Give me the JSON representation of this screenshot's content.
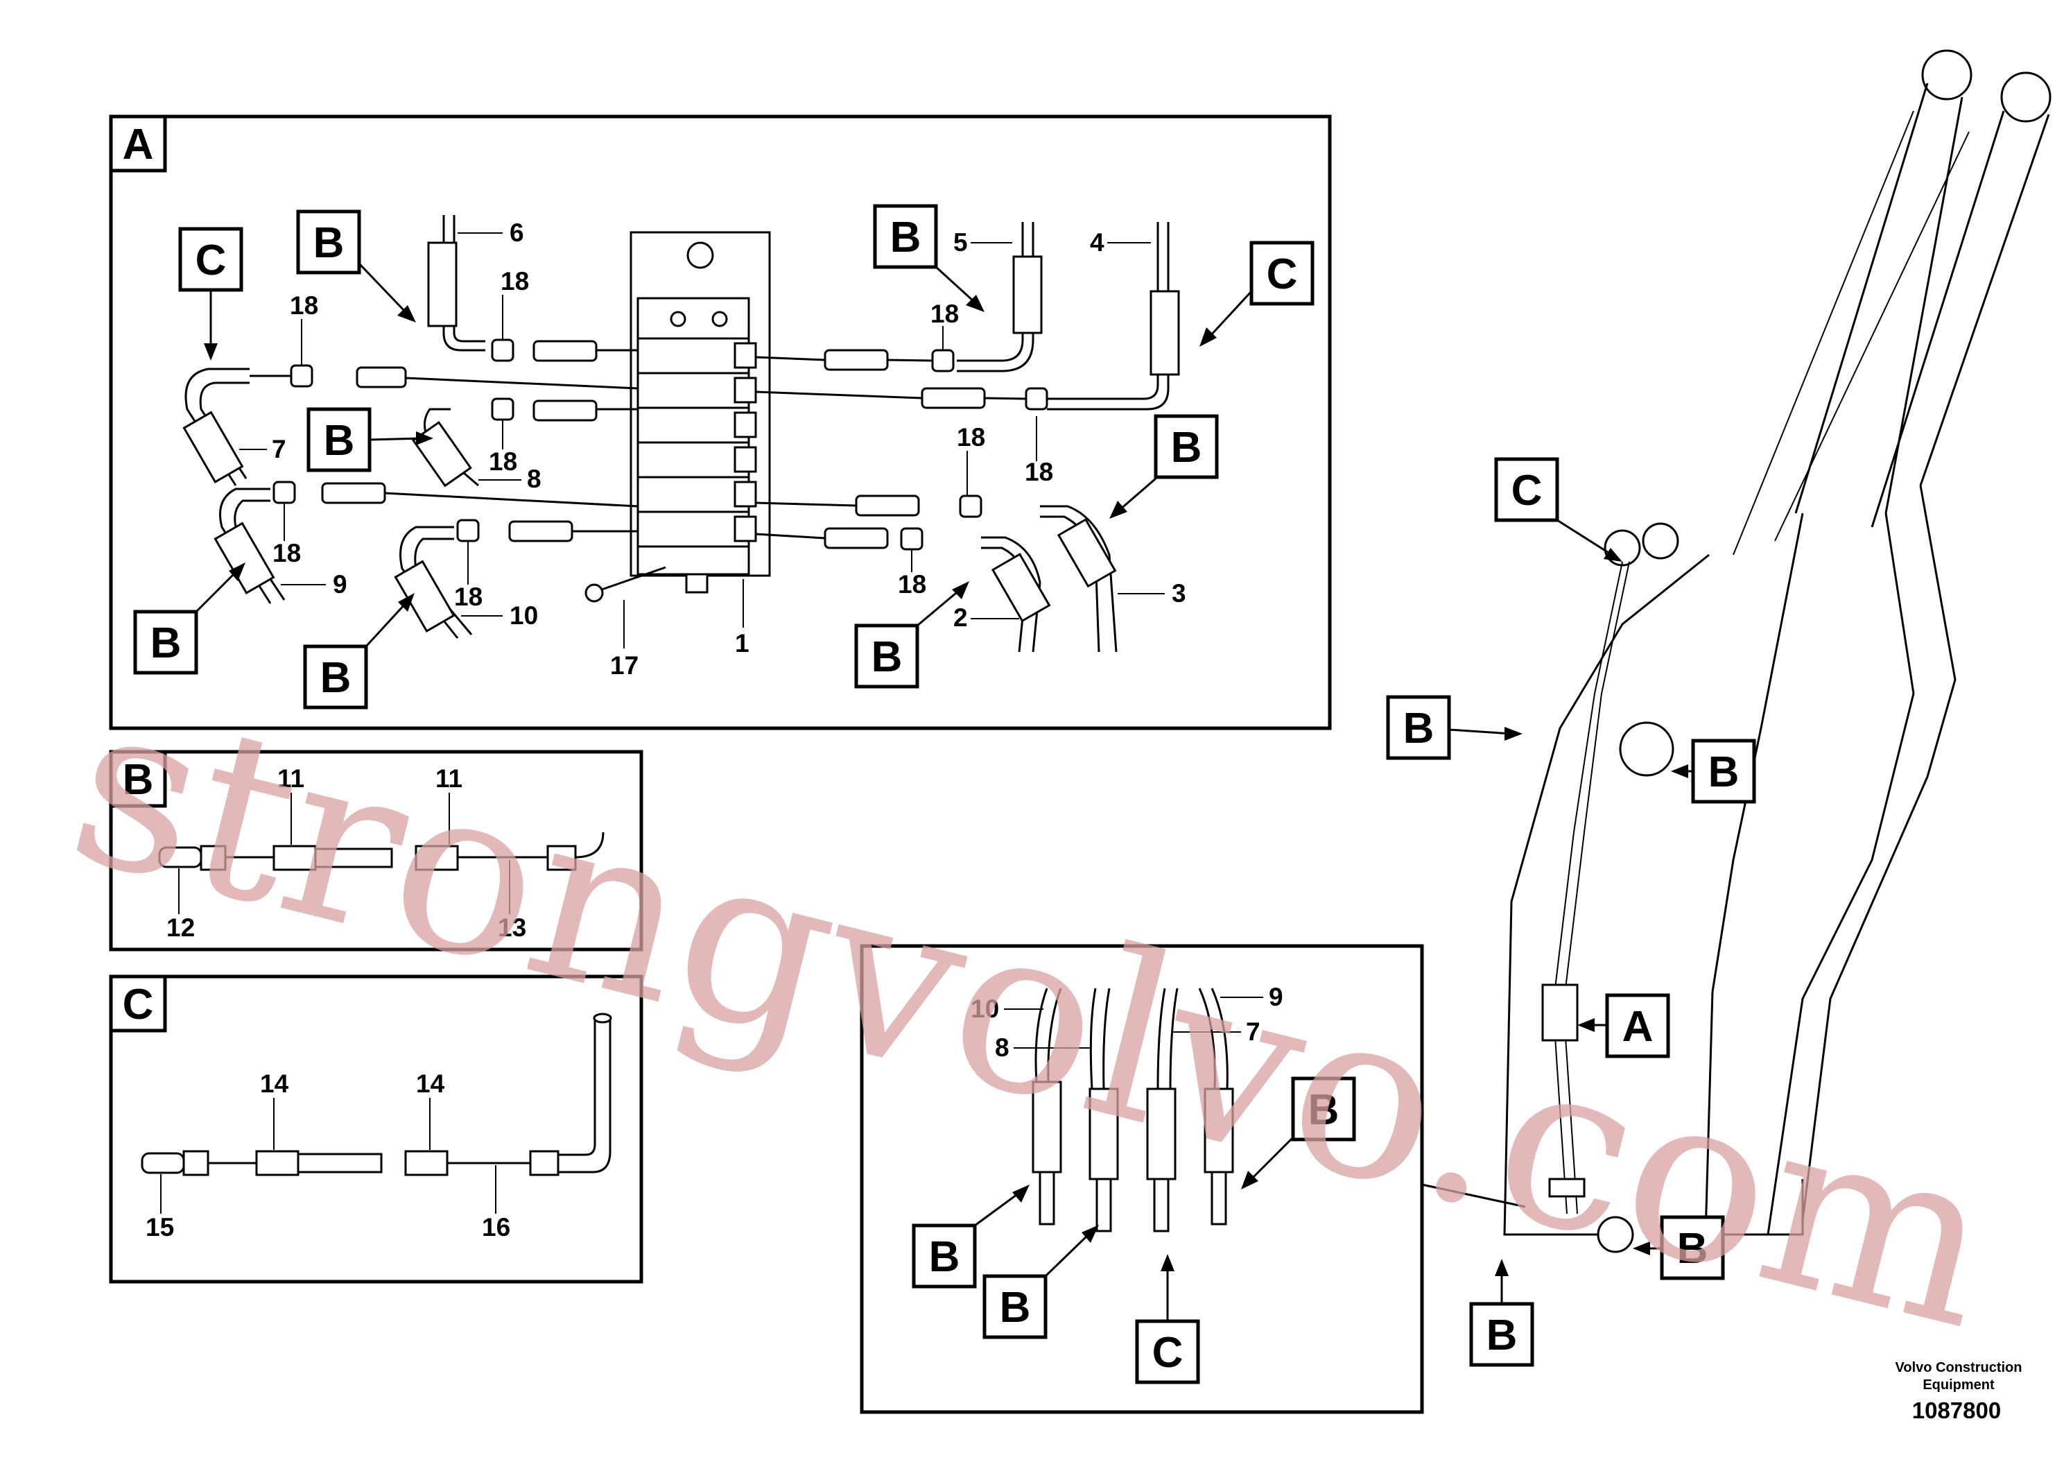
{
  "callouts": {
    "A": "A",
    "B": "B",
    "C": "C"
  },
  "part_numbers": {
    "p1": "1",
    "p2": "2",
    "p3": "3",
    "p4": "4",
    "p5": "5",
    "p6": "6",
    "p7": "7",
    "p8": "8",
    "p9": "9",
    "p10": "10",
    "p11": "11",
    "p12": "12",
    "p13": "13",
    "p14": "14",
    "p15": "15",
    "p16": "16",
    "p17": "17",
    "p18": "18"
  },
  "footer": {
    "company_line1": "Volvo Construction",
    "company_line2": "Equipment",
    "drawing_number": "1087800"
  },
  "watermark": "strongvolvo.com",
  "colors": {
    "line": "#000000",
    "background": "#ffffff",
    "watermark": "#d9a0a0"
  }
}
